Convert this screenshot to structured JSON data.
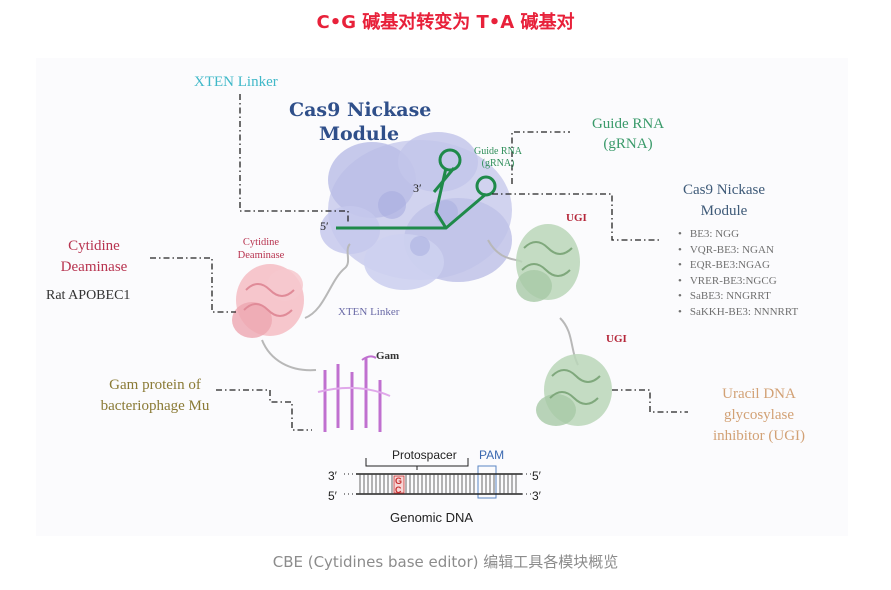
{
  "title": "C•G 碱基对转变为 T•A 碱基对",
  "caption": "CBE (Cytidines base editor) 编辑工具各模块概览",
  "labels": {
    "xten_linker_top": "XTEN Linker",
    "cas9_nickase_module_main": [
      "Cas9 Nickase",
      "Module"
    ],
    "guide_rna_small": [
      "Guide RNA",
      "(gRNA)"
    ],
    "guide_rna_right": [
      "Guide RNA",
      "(gRNA)"
    ],
    "cas9_nickase_module_right": [
      "Cas9 Nickase",
      "Module"
    ],
    "cytidine_deaminase_left": [
      "Cytidine",
      "Deaminase"
    ],
    "rat_apobec1": "Rat APOBEC1",
    "cytidine_deaminase_small": [
      "Cytidine",
      "Deaminase"
    ],
    "xten_linker_mid": "XTEN Linker",
    "ugi_1": "UGI",
    "ugi_2": "UGI",
    "gam": "Gam",
    "gam_protein": [
      "Gam protein of",
      "bacteriophage Mu"
    ],
    "uracil_dna": [
      "Uracil DNA",
      "glycosylase",
      "inhibitor (UGI)"
    ],
    "three_prime_rna": "3′",
    "five_prime_rna": "5′"
  },
  "variants": [
    "BE3: NGG",
    "VQR-BE3: NGAN",
    "EQR-BE3:NGAG",
    "VRER-BE3:NGCG",
    "SaBE3: NNGRRT",
    "SaKKH-BE3: NNNRRT"
  ],
  "dna": {
    "protospacer": "Protospacer",
    "pam": "PAM",
    "top_left": "3′",
    "top_right": "5′",
    "bottom_left": "5′",
    "bottom_right": "3′",
    "base_top": "G",
    "base_bottom": "C",
    "label": "Genomic DNA"
  },
  "colors": {
    "title": "#e8213a",
    "cas9_protein": "#c3c6ea",
    "grna": "#1f8a4a",
    "deaminase": "#f2b3bc",
    "ugi": "#b4d0b2",
    "gam": "#c070d0",
    "caption": "#8c8c8c"
  }
}
